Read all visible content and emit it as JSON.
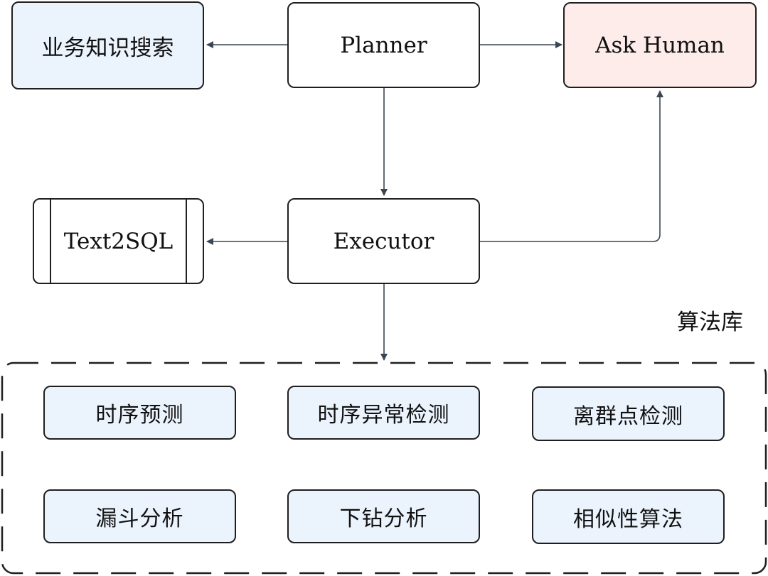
{
  "colors": {
    "stroke": "#1f1f1f",
    "arrow": "#3b4654",
    "white": "#ffffff",
    "light_blue": "#ebf3fd",
    "light_pink": "#fdecea"
  },
  "nodes": {
    "business_search": "业务知识搜索",
    "planner": "Planner",
    "ask_human": "Ask Human",
    "text2sql": "Text2SQL",
    "executor": "Executor"
  },
  "algorithm_library": {
    "title": "算法库",
    "items": [
      "时序预测",
      "时序异常检测",
      "离群点检测",
      "漏斗分析",
      "下钻分析",
      "相似性算法"
    ]
  }
}
